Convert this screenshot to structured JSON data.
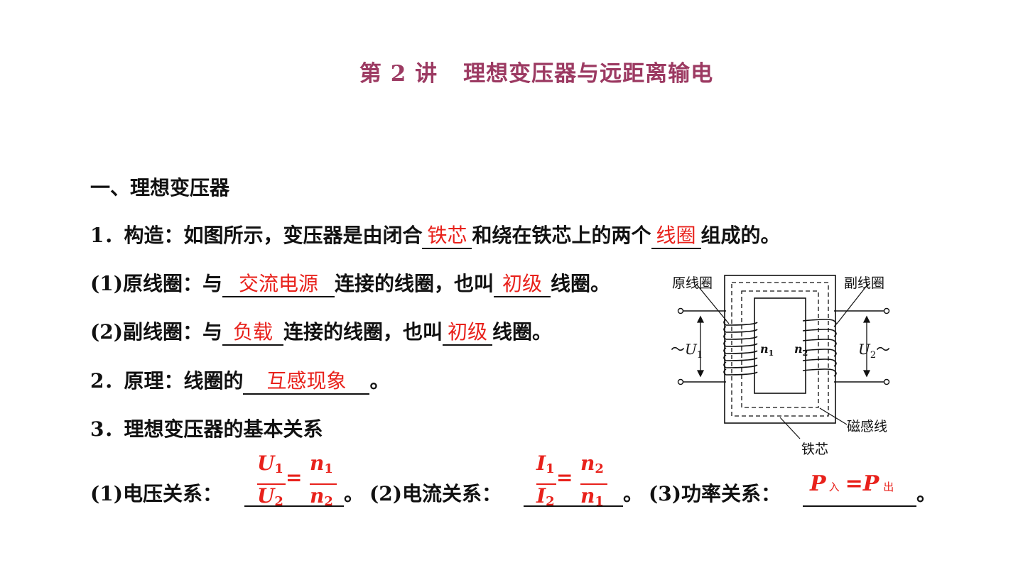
{
  "title": {
    "lecture": "第 2 讲",
    "topic": "理想变压器与远距离输电"
  },
  "section": {
    "heading": "一、理想变压器"
  },
  "item1": {
    "prefix": "1．构造：如图所示，变压器是由闭合",
    "blank1": "铁芯",
    "mid": "和绕在铁芯上的两个",
    "blank2": "线圈",
    "suffix": "组成的。"
  },
  "item1a": {
    "prefix": "(1)原线圈：与",
    "blank1": "交流电源",
    "mid": "连接的线圈，也叫",
    "blank2": "初级",
    "suffix": "线圈。"
  },
  "item1b": {
    "prefix": "(2)副线圈：与",
    "blank1": "负载",
    "mid": "连接的线圈，也叫",
    "blank2": "初级",
    "suffix": "线圈。"
  },
  "item2": {
    "prefix": "2．原理：线圈的",
    "blank1": "互感现象",
    "suffix": "。"
  },
  "item3": {
    "heading": "3．理想变压器的基本关系"
  },
  "relations": {
    "voltage_label": "(1)电压关系：",
    "sep1": "。",
    "current_label": "(2)电流关系：",
    "sep2": "。",
    "power_label": "(3)功率关系：",
    "sep3": "。",
    "voltage": {
      "num_l": "U",
      "num_l_sub": "1",
      "num_r": "n",
      "num_r_sub": "1",
      "den_l": "U",
      "den_l_sub": "2",
      "den_r": "n",
      "den_r_sub": "2",
      "eq": "="
    },
    "current": {
      "num_l": "I",
      "num_l_sub": "1",
      "num_r": "n",
      "num_r_sub": "2",
      "den_l": "I",
      "den_l_sub": "2",
      "den_r": "n",
      "den_r_sub": "1",
      "eq": "="
    },
    "power": {
      "left": "P",
      "left_sub": "入",
      "eq": "=",
      "right": "P",
      "right_sub": "出"
    }
  },
  "diagram": {
    "primary_label": "原线圈",
    "secondary_label": "副线圈",
    "flux_label": "磁感线",
    "core_label": "铁芯",
    "u1": "U",
    "u1_sub": "1",
    "u2": "U",
    "u2_sub": "2",
    "n1": "n",
    "n1_sub": "1",
    "n2": "n",
    "n2_sub": "2",
    "ac_symbol": "～"
  },
  "colors": {
    "title": "#9c3a62",
    "answer": "#e8211b",
    "text": "#111111"
  }
}
